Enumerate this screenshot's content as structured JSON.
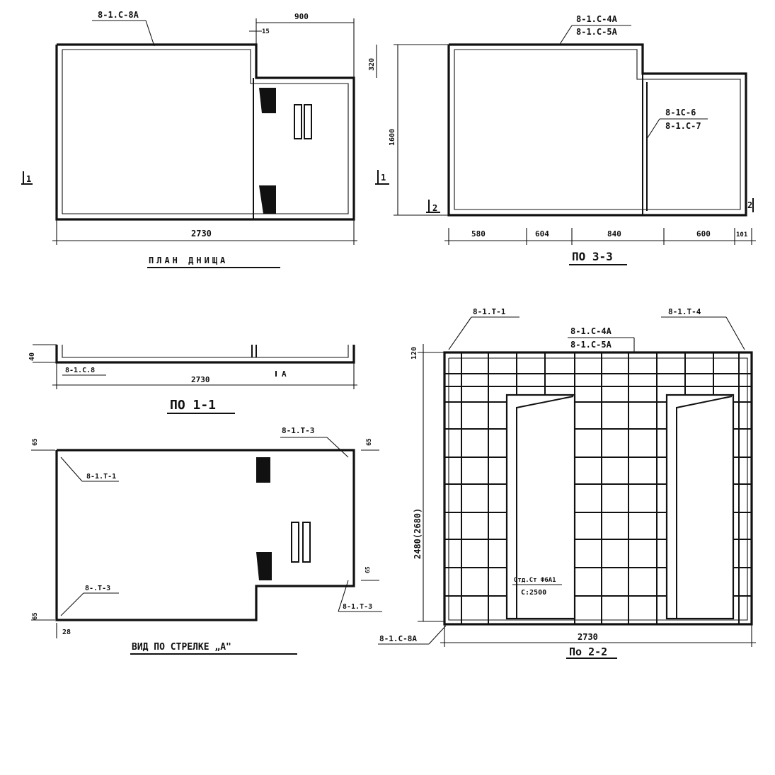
{
  "plan": {
    "rebar_label": "8-1.С-8А",
    "dim_top": "900",
    "dim_small": "15",
    "dim_width": "2730",
    "section_mark": "1",
    "title": "ПЛАН ДНИЩА"
  },
  "section33": {
    "rebar_label_a": "8-1.С-4А",
    "rebar_label_b": "8-1.С-5А",
    "rebar_label_c": "8-1С-6",
    "rebar_label_d": "8-1.С-7",
    "dim_height": "1600",
    "dim_320": "320",
    "mark_left": "1",
    "mark_2a": "2",
    "mark_2b": "2",
    "dims": [
      "580",
      "604",
      "840",
      "600",
      "101"
    ],
    "title": "ПО 3-3"
  },
  "section11": {
    "dim_40": "40",
    "rebar_label": "8-1.С.8",
    "dim_width": "2730",
    "arrow_label": "А",
    "title": "ПО 1-1"
  },
  "viewA": {
    "label_t3_top": "8-1.Т-3",
    "label_t1": "8-1.Т-1",
    "label_t3_left": "8-.Т-3",
    "label_t3_right": "8-1.Т-3",
    "dim_65_a": "65",
    "dim_65_b": "65",
    "dim_65_c": "65",
    "dim_65_d": "65",
    "dim_28": "28",
    "title": "ВИД ПО СТРЕЛКЕ „А\""
  },
  "section22": {
    "label_t1": "8-1.Т-1",
    "label_t4": "8-1.Т-4",
    "label_c4": "8-1.С-4А",
    "label_c5": "8-1.С-5А",
    "dim_120": "120",
    "dim_height": "2480(2680)",
    "opening_note_1": "Отд.Ст Ф6А1",
    "opening_note_2": "С:2500",
    "label_c8": "8-1.С-8А",
    "dim_width": "2730",
    "title": "По 2-2"
  }
}
